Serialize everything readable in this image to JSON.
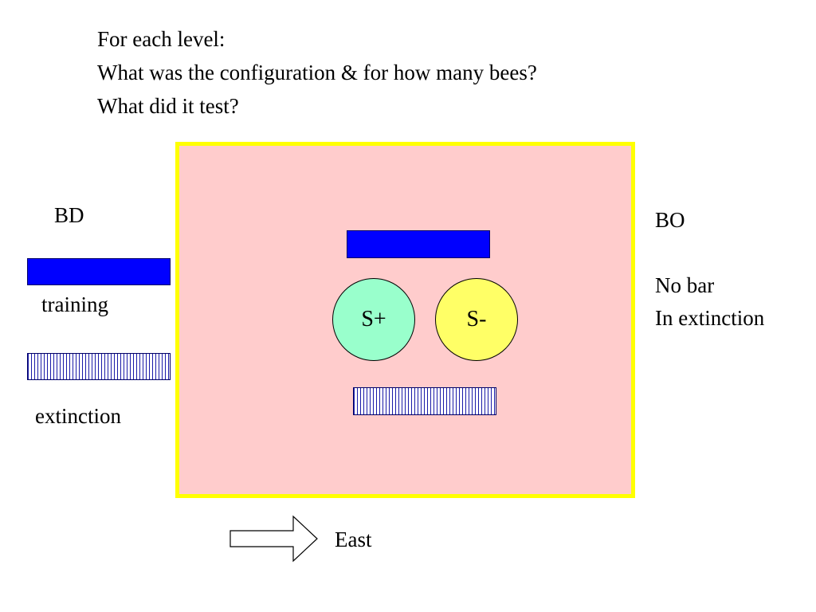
{
  "header": {
    "lines": [
      "For each level:",
      "What was the configuration  & for how many bees?",
      "What did it test?"
    ]
  },
  "legend": {
    "bd_label": "BD",
    "training_label": "training",
    "extinction_label": "extinction"
  },
  "arena": {
    "stim_plus": "S+",
    "stim_minus": "S-"
  },
  "bo_note": {
    "title": "BO",
    "line1": "No bar",
    "line2": "In extinction"
  },
  "direction": {
    "label": "East"
  },
  "colors": {
    "training_bar": "#0000ff",
    "arena_fill": "#ffcccc",
    "arena_border": "#ffff00",
    "stim_plus_fill": "#99ffcc",
    "stim_minus_fill": "#ffff66"
  },
  "icons": {
    "direction_arrow": "right-arrow-icon"
  }
}
